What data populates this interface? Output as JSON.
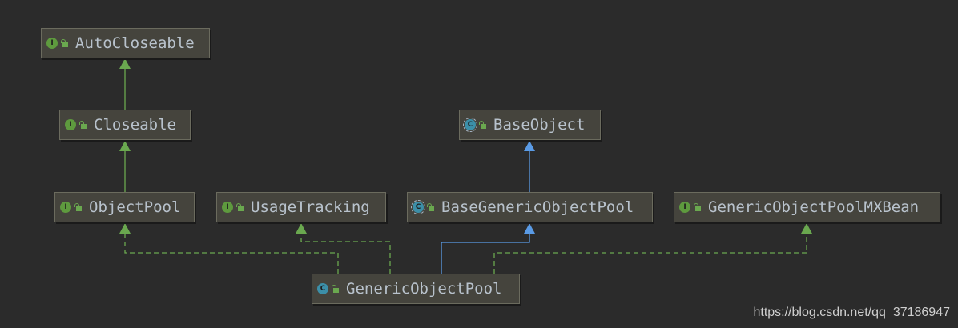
{
  "nodes": {
    "autocloseable": {
      "name": "AutoCloseable",
      "kind": "interface",
      "kind_letter": "I"
    },
    "closeable": {
      "name": "Closeable",
      "kind": "interface",
      "kind_letter": "I"
    },
    "baseobject": {
      "name": "BaseObject",
      "kind": "abstract-class",
      "kind_letter": "C"
    },
    "objectpool": {
      "name": "ObjectPool",
      "kind": "interface",
      "kind_letter": "I"
    },
    "usagetracking": {
      "name": "UsageTracking",
      "kind": "interface",
      "kind_letter": "I"
    },
    "basegenericobjectpool": {
      "name": "BaseGenericObjectPool",
      "kind": "abstract-class",
      "kind_letter": "C"
    },
    "genericobjectpoolmxbean": {
      "name": "GenericObjectPoolMXBean",
      "kind": "interface",
      "kind_letter": "I"
    },
    "genericobjectpool": {
      "name": "GenericObjectPool",
      "kind": "class",
      "kind_letter": "C"
    }
  },
  "edges": [
    {
      "from": "Closeable",
      "to": "AutoCloseable",
      "type": "extends"
    },
    {
      "from": "ObjectPool",
      "to": "Closeable",
      "type": "extends"
    },
    {
      "from": "BaseGenericObjectPool",
      "to": "BaseObject",
      "type": "extends"
    },
    {
      "from": "GenericObjectPool",
      "to": "BaseGenericObjectPool",
      "type": "extends"
    },
    {
      "from": "GenericObjectPool",
      "to": "ObjectPool",
      "type": "implements"
    },
    {
      "from": "GenericObjectPool",
      "to": "UsageTracking",
      "type": "implements"
    },
    {
      "from": "GenericObjectPool",
      "to": "GenericObjectPoolMXBean",
      "type": "implements"
    }
  ],
  "colors": {
    "background": "#2b2b2b",
    "interface_edge": "#6aa84f",
    "class_edge": "#5a9be6",
    "node_fill": "#45443d",
    "node_text": "#b8c2cc"
  },
  "watermark": "https://blog.csdn.net/qq_37186947"
}
